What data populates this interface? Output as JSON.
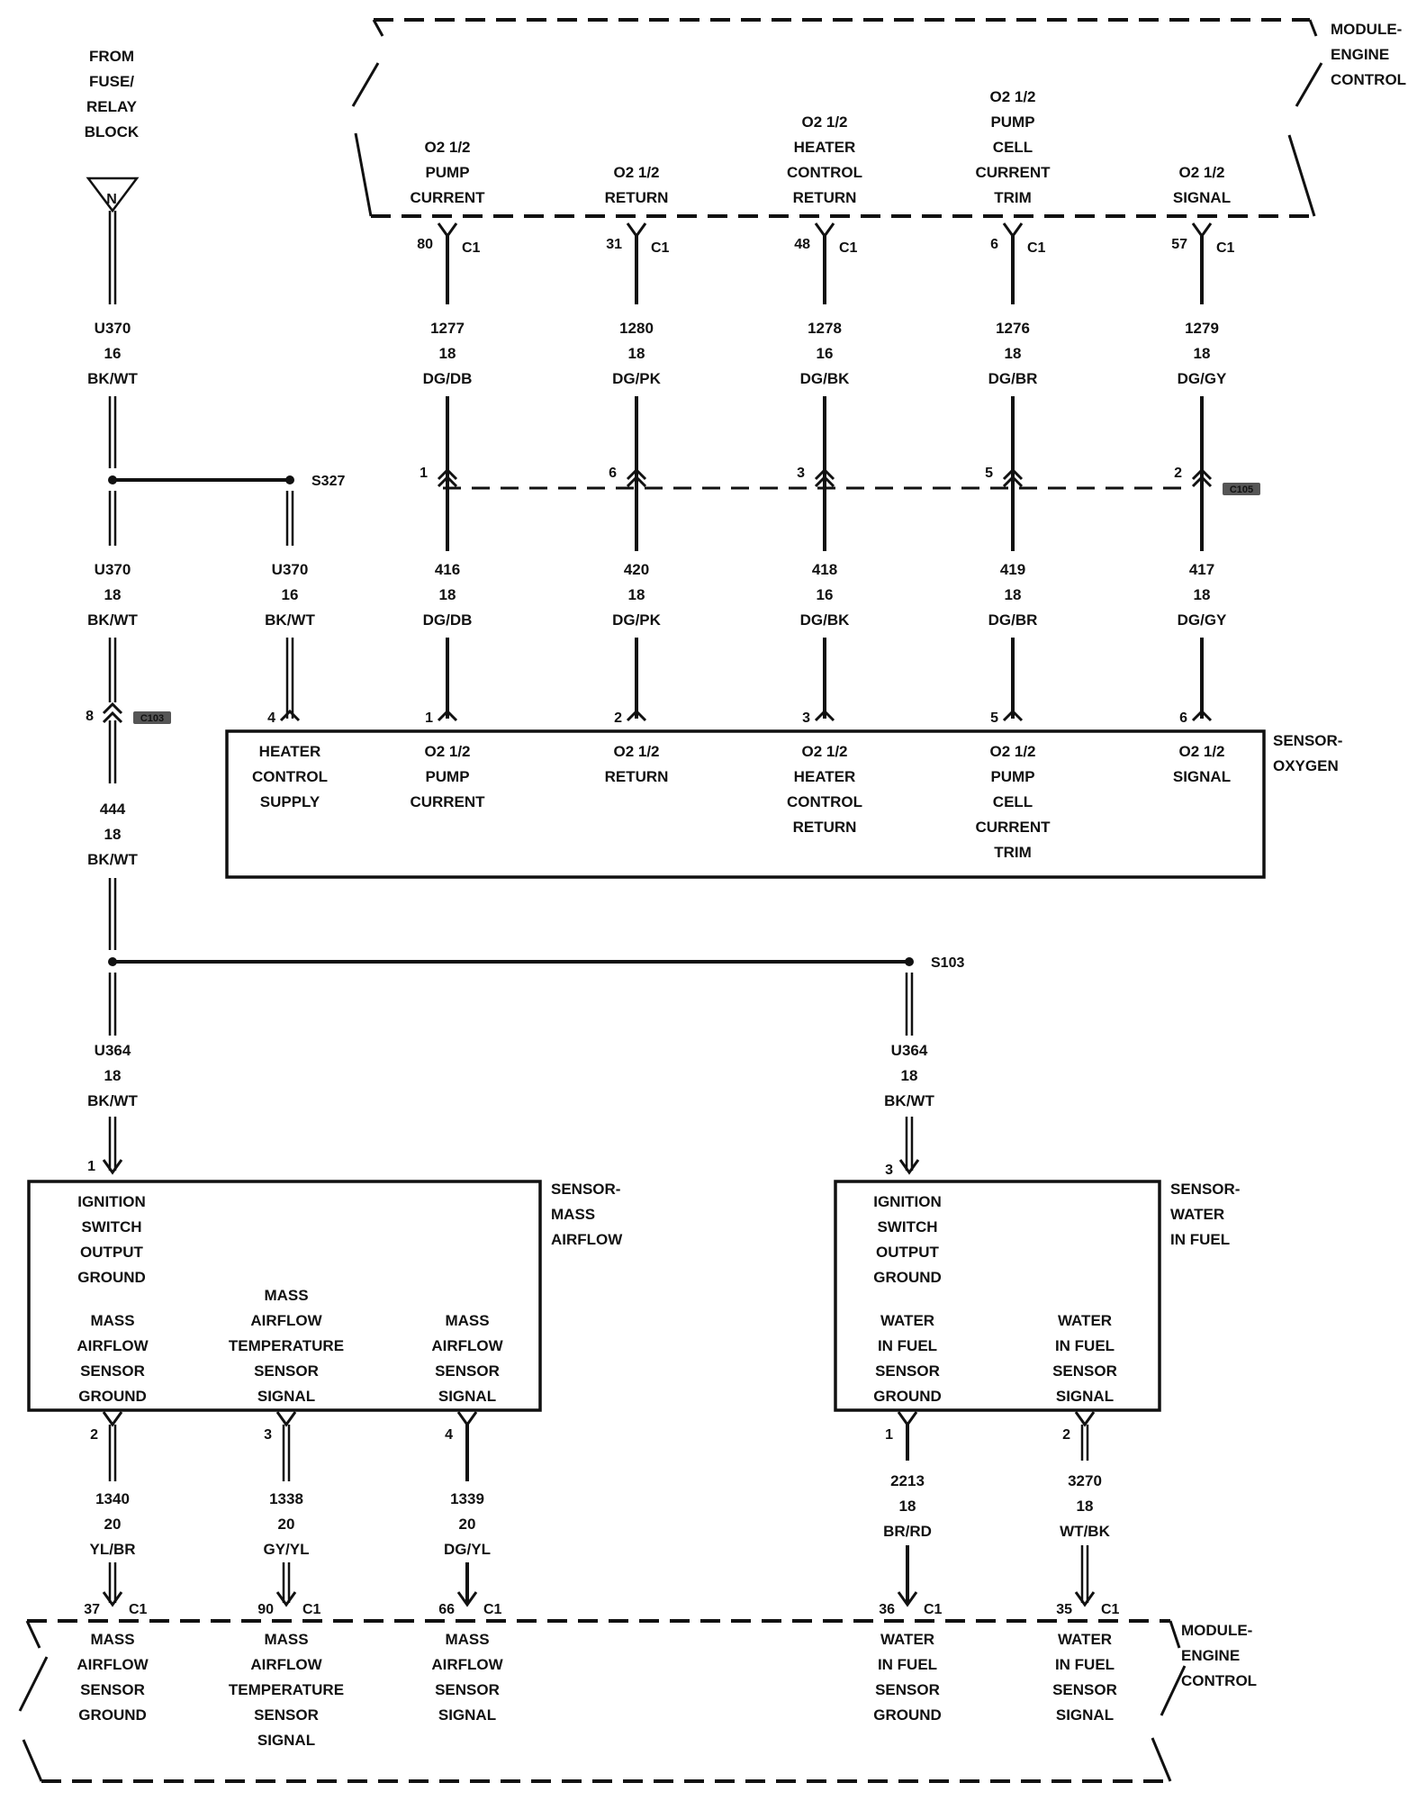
{
  "fuse_source": [
    "FROM",
    "FUSE/",
    "RELAY",
    "BLOCK"
  ],
  "fuse_symbol": "N",
  "modules": {
    "top": [
      "MODULE-",
      "ENGINE",
      "CONTROL"
    ],
    "bottom": [
      "MODULE-",
      "ENGINE",
      "CONTROL"
    ]
  },
  "pcm_top_pins": [
    {
      "label": [
        "O2 1/2",
        "PUMP",
        "CURRENT"
      ],
      "pin": "80",
      "conn": "C1",
      "wire": [
        "1277",
        "18",
        "DG/DB"
      ],
      "c105_pin": "1",
      "lower_wire": [
        "416",
        "18",
        "DG/DB"
      ],
      "sensor_pin": "1"
    },
    {
      "label": [
        "O2 1/2",
        "RETURN"
      ],
      "pin": "31",
      "conn": "C1",
      "wire": [
        "1280",
        "18",
        "DG/PK"
      ],
      "c105_pin": "6",
      "lower_wire": [
        "420",
        "18",
        "DG/PK"
      ],
      "sensor_pin": "2"
    },
    {
      "label": [
        "O2 1/2",
        "HEATER",
        "CONTROL",
        "RETURN"
      ],
      "pin": "48",
      "conn": "C1",
      "wire": [
        "1278",
        "16",
        "DG/BK"
      ],
      "c105_pin": "3",
      "lower_wire": [
        "418",
        "16",
        "DG/BK"
      ],
      "sensor_pin": "3"
    },
    {
      "label": [
        "O2 1/2",
        "PUMP",
        "CELL",
        "CURRENT",
        "TRIM"
      ],
      "pin": "6",
      "conn": "C1",
      "wire": [
        "1276",
        "18",
        "DG/BR"
      ],
      "c105_pin": "5",
      "lower_wire": [
        "419",
        "18",
        "DG/BR"
      ],
      "sensor_pin": "5"
    },
    {
      "label": [
        "O2 1/2",
        "SIGNAL"
      ],
      "pin": "57",
      "conn": "C1",
      "wire": [
        "1279",
        "18",
        "DG/GY"
      ],
      "c105_pin": "2",
      "lower_wire": [
        "417",
        "18",
        "DG/GY"
      ],
      "sensor_pin": "6"
    }
  ],
  "connector_c105": "C105",
  "connector_c103": "C103",
  "c103_pin": "8",
  "splices": {
    "s327": "S327",
    "s103": "S103"
  },
  "fuse_wire": [
    "U370",
    "16",
    "BK/WT"
  ],
  "wire_u370_18": [
    "U370",
    "18",
    "BK/WT"
  ],
  "wire_u370_s327": [
    "U370",
    "16",
    "BK/WT"
  ],
  "wire_444": [
    "444",
    "18",
    "BK/WT"
  ],
  "wire_u364_left": [
    "U364",
    "18",
    "BK/WT"
  ],
  "wire_u364_right": [
    "U364",
    "18",
    "BK/WT"
  ],
  "o2_sensor": {
    "name": [
      "SENSOR-",
      "OXYGEN"
    ],
    "heater_pin": "4",
    "heater_label": [
      "HEATER",
      "CONTROL",
      "SUPPLY"
    ],
    "labels": [
      [
        "O2 1/2",
        "PUMP",
        "CURRENT"
      ],
      [
        "O2 1/2",
        "RETURN"
      ],
      [
        "O2 1/2",
        "HEATER",
        "CONTROL",
        "RETURN"
      ],
      [
        "O2 1/2",
        "PUMP",
        "CELL",
        "CURRENT",
        "TRIM"
      ],
      [
        "O2 1/2",
        "SIGNAL"
      ]
    ]
  },
  "maf_sensor": {
    "name": [
      "SENSOR-",
      "MASS",
      "AIRFLOW"
    ],
    "pin_top": "1",
    "ign_label": [
      "IGNITION",
      "SWITCH",
      "OUTPUT",
      "GROUND"
    ],
    "circuits": [
      {
        "label": [
          "MASS",
          "AIRFLOW",
          "SENSOR",
          "GROUND"
        ],
        "pin": "2",
        "wire": [
          "1340",
          "20",
          "YL/BR"
        ],
        "pcm_pin": "37",
        "conn": "C1",
        "pcm_label": [
          "MASS",
          "AIRFLOW",
          "SENSOR",
          "GROUND"
        ]
      },
      {
        "label": [
          "MASS",
          "AIRFLOW",
          "TEMPERATURE",
          "SENSOR",
          "SIGNAL"
        ],
        "pin": "3",
        "wire": [
          "1338",
          "20",
          "GY/YL"
        ],
        "pcm_pin": "90",
        "conn": "C1",
        "pcm_label": [
          "MASS",
          "AIRFLOW",
          "TEMPERATURE",
          "SENSOR",
          "SIGNAL"
        ]
      },
      {
        "label": [
          "MASS",
          "AIRFLOW",
          "SENSOR",
          "SIGNAL"
        ],
        "pin": "4",
        "wire": [
          "1339",
          "20",
          "DG/YL"
        ],
        "pcm_pin": "66",
        "conn": "C1",
        "pcm_label": [
          "MASS",
          "AIRFLOW",
          "SENSOR",
          "SIGNAL"
        ]
      }
    ]
  },
  "wif_sensor": {
    "name": [
      "SENSOR-",
      "WATER",
      "IN FUEL"
    ],
    "pin_top": "3",
    "ign_label": [
      "IGNITION",
      "SWITCH",
      "OUTPUT",
      "GROUND"
    ],
    "circuits": [
      {
        "label": [
          "WATER",
          "IN FUEL",
          "SENSOR",
          "GROUND"
        ],
        "pin": "1",
        "wire": [
          "2213",
          "18",
          "BR/RD"
        ],
        "pcm_pin": "36",
        "conn": "C1",
        "pcm_label": [
          "WATER",
          "IN FUEL",
          "SENSOR",
          "GROUND"
        ]
      },
      {
        "label": [
          "WATER",
          "IN FUEL",
          "SENSOR",
          "SIGNAL"
        ],
        "pin": "2",
        "wire": [
          "3270",
          "18",
          "WT/BK"
        ],
        "pcm_pin": "35",
        "conn": "C1",
        "pcm_label": [
          "WATER",
          "IN FUEL",
          "SENSOR",
          "SIGNAL"
        ]
      }
    ]
  }
}
